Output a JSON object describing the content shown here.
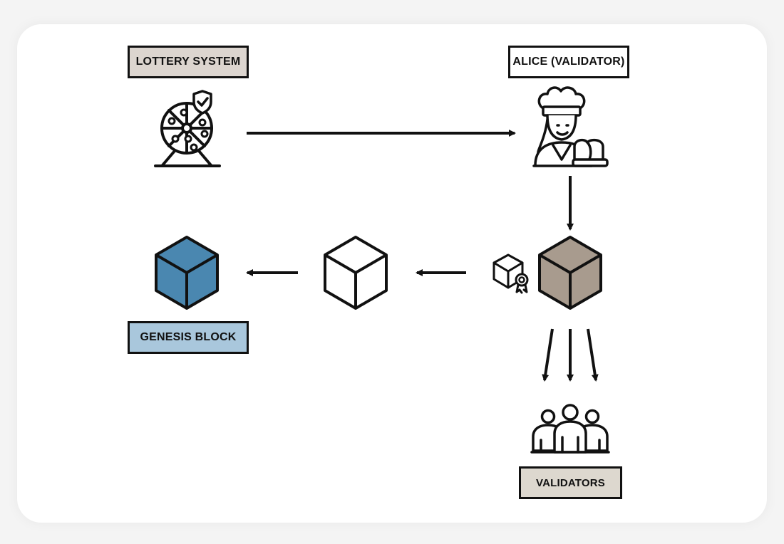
{
  "labels": {
    "lottery": "LOTTERY SYSTEM",
    "alice": "ALICE (VALIDATOR)",
    "genesis": "GENESIS BLOCK",
    "validators": "VALIDATORS"
  },
  "colors": {
    "lottery_label_bg": "#dcd5cf",
    "alice_label_bg": "#ffffff",
    "genesis_label_bg": "#a9c7dc",
    "validators_label_bg": "#ddd8cf",
    "genesis_block": "#4a87b0",
    "new_block": "#a89b8e",
    "middle_block": "#ffffff",
    "stroke": "#111111"
  },
  "icons": {
    "lottery": "lottery-wheel-shield-icon",
    "alice": "chef-with-bread-icon",
    "genesis_block": "cube-icon",
    "middle_block": "cube-icon",
    "new_block": "cube-icon",
    "certified_block": "cube-certificate-icon",
    "validators": "group-people-icon"
  }
}
